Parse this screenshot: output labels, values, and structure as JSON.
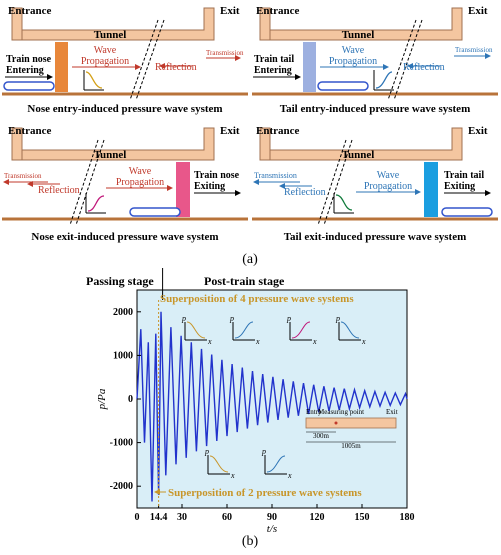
{
  "panels": [
    {
      "entrance": "Entrance",
      "tunnel": "Tunnel",
      "exit": "Exit",
      "train_l1": "Train nose",
      "train_l2": "Entering",
      "wave_l1": "Wave",
      "wave_l2": "Propagation",
      "reflection": "Reflection",
      "transmission": "Transmission",
      "caption": "Nose entry-induced pressure wave system",
      "p_label": "p",
      "x_label": "x"
    },
    {
      "entrance": "Entrance",
      "tunnel": "Tunnel",
      "exit": "Exit",
      "train_l1": "Train tail",
      "train_l2": "Entering",
      "wave_l1": "Wave",
      "wave_l2": "Propagation",
      "reflection": "Reflection",
      "transmission": "Transmission",
      "caption": "Tail entry-induced pressure wave system",
      "p_label": "p",
      "x_label": "x"
    },
    {
      "entrance": "Entrance",
      "tunnel": "Tunnel",
      "exit": "Exit",
      "train_l1": "Train nose",
      "train_l2": "Exiting",
      "wave_l1": "Wave",
      "wave_l2": "Propagation",
      "reflection": "Reflection",
      "transmission": "Transmission",
      "caption": "Nose exit-induced pressure wave system",
      "p_label": "p",
      "x_label": "x"
    },
    {
      "entrance": "Entrance",
      "tunnel": "Tunnel",
      "exit": "Exit",
      "train_l1": "Train tail",
      "train_l2": "Exiting",
      "wave_l1": "Wave",
      "wave_l2": "Propagation",
      "reflection": "Reflection",
      "transmission": "Transmission",
      "caption": "Tail exit-induced pressure wave system",
      "p_label": "p",
      "x_label": "x"
    }
  ],
  "label_a": "(a)",
  "label_b": "(b)",
  "colors": {
    "nose": "#c0392b",
    "tail": "#2e75b6",
    "wall": "#f4c6a0",
    "wall_stroke": "#a07050",
    "ground": "#b8733a",
    "bg_b": "#d9eef7",
    "train": "#3355cc",
    "sig": "#2233cc",
    "gold": "#c8962a"
  },
  "chart_data": {
    "type": "line",
    "xlabel": "t/s",
    "ylabel": "p/Pa",
    "xlim": [
      0,
      180
    ],
    "ylim": [
      -2500,
      2500
    ],
    "x_ticks": [
      0,
      14.4,
      30,
      60,
      90,
      120,
      150,
      180
    ],
    "x_tick_labels": [
      "0",
      "14.4",
      "30",
      "60",
      "90",
      "120",
      "150",
      "180"
    ],
    "y_ticks": [
      2000,
      1000,
      0,
      -1000,
      -2000
    ],
    "y_tick_labels": [
      "2000",
      "1000",
      "0",
      "-1000",
      "-2000"
    ],
    "grid": false,
    "stage_left": "Passing stage",
    "stage_right": "Post-train stage",
    "annotation_top": "Superposition of 4 pressure wave systems",
    "annotation_bottom": "Superposition of 2 pressure wave systems",
    "inset": {
      "entry": "Entry",
      "measuring_point": "Measuring point",
      "exit": "Exit",
      "dist_short": "300m",
      "dist_long": "1005m"
    },
    "series": [
      {
        "peaks": [
          [
            2.5,
            1600
          ],
          [
            5,
            -1000
          ],
          [
            7.5,
            1300
          ],
          [
            10,
            -2350
          ],
          [
            12.5,
            1500
          ],
          [
            14.4,
            -2200
          ],
          [
            16,
            2000
          ],
          [
            19.2,
            -1750
          ],
          [
            22.6,
            1650
          ],
          [
            26,
            -1500
          ],
          [
            29.4,
            1450
          ],
          [
            32.8,
            -1350
          ],
          [
            36.2,
            1300
          ],
          [
            39.6,
            -1200
          ],
          [
            43,
            1150
          ],
          [
            46.4,
            -1080
          ],
          [
            49.8,
            1020
          ],
          [
            53.2,
            -960
          ],
          [
            56.6,
            900
          ],
          [
            60,
            -850
          ],
          [
            63.4,
            800
          ],
          [
            66.8,
            -760
          ],
          [
            70.2,
            720
          ],
          [
            73.6,
            -680
          ],
          [
            77,
            640
          ],
          [
            80.4,
            -600
          ],
          [
            83.8,
            570
          ],
          [
            87.2,
            -540
          ],
          [
            90.6,
            510
          ],
          [
            94,
            -480
          ],
          [
            97.4,
            455
          ],
          [
            100.8,
            -430
          ],
          [
            104.2,
            405
          ],
          [
            107.6,
            -385
          ],
          [
            111,
            365
          ],
          [
            114.4,
            -345
          ],
          [
            117.8,
            325
          ],
          [
            121.2,
            -308
          ],
          [
            124.6,
            292
          ],
          [
            128,
            -276
          ],
          [
            131.4,
            262
          ],
          [
            134.8,
            -248
          ],
          [
            138.2,
            236
          ],
          [
            141.6,
            -224
          ],
          [
            145,
            212
          ],
          [
            148.4,
            -200
          ],
          [
            151.8,
            190
          ],
          [
            155.2,
            -180
          ],
          [
            158.6,
            171
          ],
          [
            162,
            -162
          ],
          [
            165.4,
            154
          ],
          [
            168.8,
            -146
          ],
          [
            172.2,
            138
          ],
          [
            175.6,
            -131
          ],
          [
            179,
            124
          ],
          [
            180,
            0
          ]
        ]
      }
    ]
  }
}
